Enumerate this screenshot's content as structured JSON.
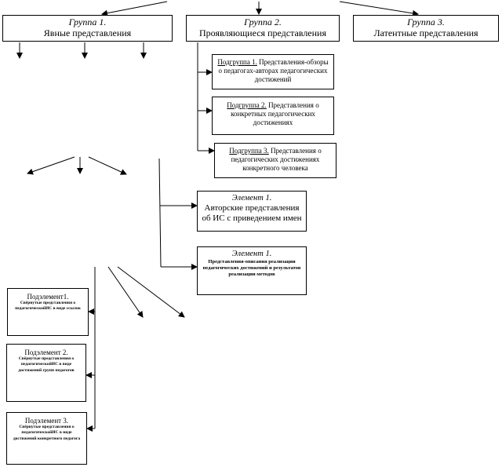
{
  "groups": [
    {
      "title": "Группа 1.",
      "subtitle": "Явные представления"
    },
    {
      "title": "Группа 2.",
      "subtitle": "Проявляющиеся представления"
    },
    {
      "title": "Группа 3.",
      "subtitle": "Латентные представления"
    }
  ],
  "subgroups": [
    {
      "label": "Подгруппа 1.",
      "text": "Представления-обзоры о педагогах-авторах педагогических достижений"
    },
    {
      "label": "Подгруппа 2.",
      "text": "Представления о конкретных педагогических достижениях"
    },
    {
      "label": "Подгруппа 3.",
      "text": "Представления о педагогических достижениях конкретного человека"
    }
  ],
  "elements": [
    {
      "title": "Элемент 1.",
      "text": "Авторские представления об ИС с приведением имен"
    },
    {
      "title": "Элемент 1.",
      "text": "Представления-описания реализации педагогических достижений и результатов реализации методов"
    }
  ],
  "subelements": [
    {
      "title": "Подэлемент1.",
      "text": "Свёрнутые представления о педагогическойИС в виде ссылок"
    },
    {
      "title": "Подэлемент 2.",
      "text": "Свёрнутые представления о педагогическойИС в виде достижений групп педагогов"
    },
    {
      "title": "Подэлемент 3.",
      "text": "Свёрнутые представления о педагогическойИС в виде достижений конкретного педагога"
    }
  ]
}
